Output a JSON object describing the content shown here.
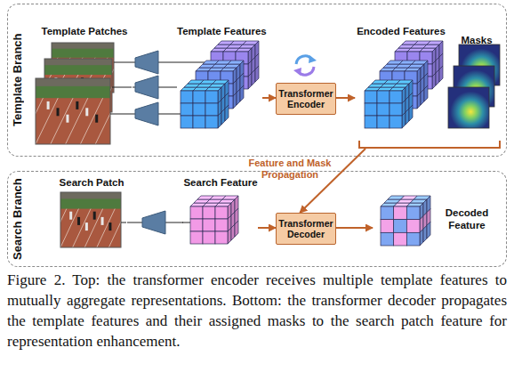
{
  "diagram": {
    "caption": "Figure 2. Top: the transformer encoder receives multiple template features to mutually aggregate representations. Bottom: the transformer decoder propagates the template features and their assigned masks to the search patch feature for representation enhancement.",
    "nodes": [
      {
        "text": [
          "Template Branch"
        ]
      },
      {
        "text": [
          "Template Patches"
        ],
        "in": 0
      },
      {
        "text": [
          "Template Features"
        ],
        "in": 0
      },
      {
        "text": [
          "Transformer Encoder"
        ],
        "in": 0
      },
      {
        "text": [
          "Encoded Features"
        ],
        "in": 0
      },
      {
        "text": [
          "Masks"
        ],
        "in": 0
      },
      {
        "text": [
          "Search Branch"
        ]
      },
      {
        "text": [
          "Search Patch"
        ],
        "in": 6
      },
      {
        "text": [
          "Search Feature"
        ],
        "in": 6
      },
      {
        "text": [
          "Transformer Decoder"
        ],
        "in": 6
      },
      {
        "text": [
          "Decoded Feature"
        ],
        "in": 6
      }
    ],
    "edges": [
      {
        "from": 1,
        "to": 2,
        "arrow": "none"
      },
      {
        "from": 2,
        "to": 3,
        "arrow": "to"
      },
      {
        "from": 3,
        "to": 4,
        "arrow": "to"
      },
      {
        "from": 4,
        "to": 9,
        "arrow": "to",
        "label": "Feature and Mask Propagation"
      },
      {
        "from": 7,
        "to": 8,
        "arrow": "none"
      },
      {
        "from": 8,
        "to": 9,
        "arrow": "to"
      },
      {
        "from": 9,
        "to": 10,
        "arrow": "to"
      }
    ]
  }
}
